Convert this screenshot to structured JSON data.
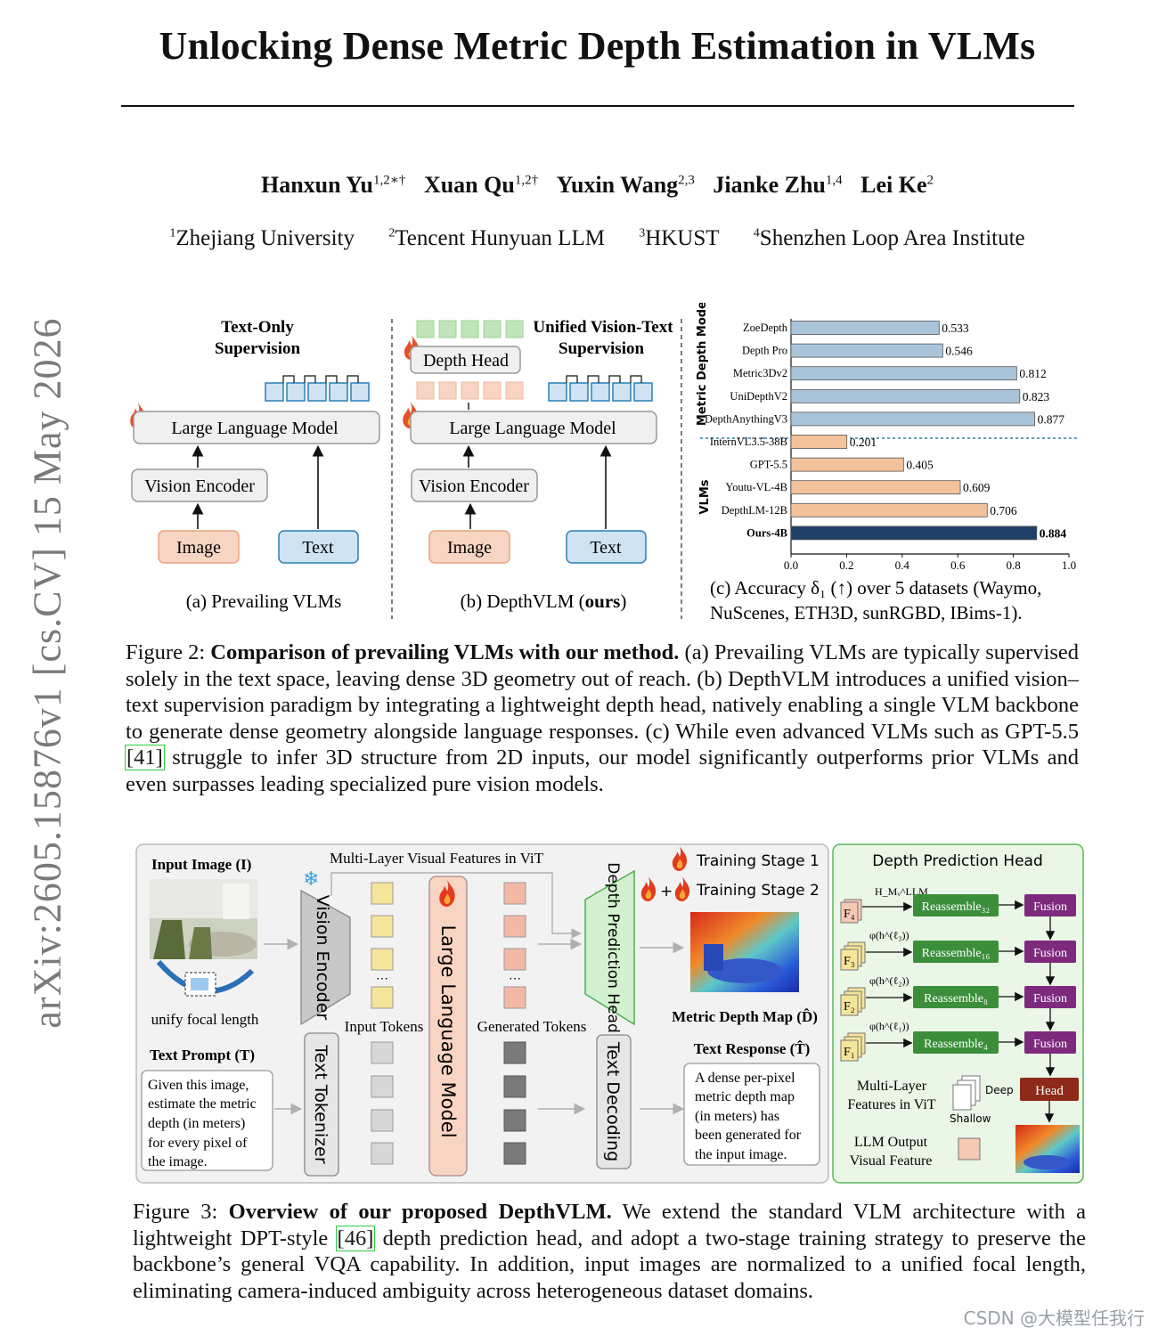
{
  "paper": {
    "title": "Unlocking Dense Metric Depth Estimation in VLMs",
    "authors": [
      {
        "name": "Hanxun Yu",
        "sup": "1,2∗†"
      },
      {
        "name": "Xuan Qu",
        "sup": "1,2†"
      },
      {
        "name": "Yuxin Wang",
        "sup": "2,3"
      },
      {
        "name": "Jianke Zhu",
        "sup": "1,4"
      },
      {
        "name": "Lei Ke",
        "sup": "2"
      }
    ],
    "affiliations": [
      {
        "sup": "1",
        "name": "Zhejiang University"
      },
      {
        "sup": "2",
        "name": "Tencent Hunyuan LLM"
      },
      {
        "sup": "3",
        "name": "HKUST"
      },
      {
        "sup": "4",
        "name": "Shenzhen Loop Area Institute"
      }
    ],
    "arxiv_stamp": "arXiv:2605.15876v1  [cs.CV]  15 May 2026",
    "watermark": "CSDN @大模型任我行"
  },
  "figure2": {
    "panel_a": {
      "supervision": [
        "Text-Only",
        "Supervision"
      ],
      "llm": "Large Language Model",
      "vision_encoder": "Vision Encoder",
      "image": "Image",
      "text": "Text",
      "caption": "(a) Prevailing VLMs"
    },
    "panel_b": {
      "depth_head": "Depth Head",
      "supervision": [
        "Unified Vision-Text",
        "Supervision"
      ],
      "llm": "Large Language Model",
      "vision_encoder": "Vision Encoder",
      "image": "Image",
      "text": "Text",
      "caption_prefix": "(b) DepthVLM (",
      "caption_bold": "ours",
      "caption_suffix": ")"
    },
    "panel_c_caption": [
      "(c) Accuracy δ₁ (↑) over 5 datasets (Waymo,",
      "NuScenes, ETH3D, sunRGBD, IBims-1)."
    ],
    "caption": {
      "label": "Figure 2: ",
      "bold": "Comparison of prevailing VLMs with our method.",
      "text1": " (a) Prevailing VLMs are typically supervised solely in the text space, leaving dense 3D geometry out of reach. (b) DepthVLM introduces a unified vision–text supervision paradigm by integrating a lightweight depth head, natively enabling a single VLM backbone to generate dense geometry alongside language responses. (c) While even advanced VLMs such as GPT-5.5 ",
      "cite": "[41]",
      "text2": " struggle to infer 3D structure from 2D inputs, our model significantly outperforms prior VLMs and even surpasses leading specialized pure vision models."
    }
  },
  "chart_data": {
    "type": "bar",
    "orientation": "horizontal",
    "groups": [
      {
        "name": "Metric Depth Models",
        "color": "#a9c4d9"
      },
      {
        "name": "VLMs",
        "color": "#f4c29a"
      }
    ],
    "categories": [
      "ZoeDepth",
      "Depth Pro",
      "Metric3Dv2",
      "UniDepthV2",
      "DepthAnythingV3",
      "InternVL3.5-38B",
      "GPT-5.5",
      "Youtu-VL-4B",
      "DepthLM-12B",
      "Ours-4B"
    ],
    "values": [
      0.533,
      0.546,
      0.812,
      0.823,
      0.877,
      0.201,
      0.405,
      0.609,
      0.706,
      0.884
    ],
    "value_labels": [
      "0.533",
      "0.546",
      "0.812",
      "0.823",
      "0.877",
      "0.201",
      "0.405",
      "0.609",
      "0.706",
      "0.884"
    ],
    "group_index": [
      0,
      0,
      0,
      0,
      0,
      1,
      1,
      1,
      1,
      1
    ],
    "highlight_index": 9,
    "highlight_color": "#1f3f66",
    "xlim": [
      0.0,
      1.0
    ],
    "xticks": [
      "0.0",
      "0.2",
      "0.4",
      "0.6",
      "0.8",
      "1.0"
    ],
    "xlabel": "",
    "ylabel": ""
  },
  "figure3": {
    "input_image_label": "Input Image (I)",
    "unify_focal": "unify focal length",
    "text_prompt_label": "Text Prompt (T)",
    "text_prompt": [
      "Given this image,",
      "estimate the metric",
      "depth (in meters)",
      "for every pixel of",
      "the image."
    ],
    "vision_encoder": "Vision Encoder",
    "multi_layer": "Multi-Layer Visual Features in ViT",
    "input_tokens": "Input Tokens",
    "llm": "Large Language Model",
    "generated_tokens": "Generated Tokens",
    "text_tokenizer": "Text Tokenizer",
    "depth_head": "Depth Prediction Head",
    "text_decoding": "Text Decoding",
    "stage1": "Training Stage 1",
    "stage2": "Training Stage 2",
    "metric_map": "Metric Depth Map (D̂)",
    "text_response_label": "Text Response (T̂)",
    "text_response": [
      "A dense per-pixel",
      "metric depth map",
      "(in meters) has",
      "been generated for",
      "the input image."
    ],
    "dph_title": "Depth Prediction Head",
    "dph_rows": [
      {
        "feature": "F₄",
        "phi": "H_Mᵥ^LLM",
        "reassemble": "Reassemble₃₂",
        "fusion": "Fusion"
      },
      {
        "feature": "F₃",
        "phi": "φ(h^(ℓ₃))",
        "reassemble": "Reassemble₁₆",
        "fusion": "Fusion"
      },
      {
        "feature": "F₂",
        "phi": "φ(h^(ℓ₂))",
        "reassemble": "Reassemble₈",
        "fusion": "Fusion"
      },
      {
        "feature": "F₁",
        "phi": "φ(h^(ℓ₁))",
        "reassemble": "Reassemble₄",
        "fusion": "Fusion"
      }
    ],
    "legend_vit": [
      "Multi-Layer",
      "Features in ViT"
    ],
    "legend_deep": "Deep",
    "legend_shallow": "Shallow",
    "head": "Head",
    "legend_llm": [
      "LLM Output",
      "Visual Feature"
    ],
    "caption": {
      "label": "Figure 3: ",
      "bold": "Overview of our proposed DepthVLM.",
      "text1": " We extend the standard VLM architecture with a lightweight DPT-style ",
      "cite": "[46]",
      "text2": " depth prediction head, and adopt a two-stage training strategy to preserve the backbone’s general VQA capability. In addition, input images are normalized to a unified focal length, eliminating camera-induced ambiguity across heterogeneous dataset domains."
    }
  }
}
